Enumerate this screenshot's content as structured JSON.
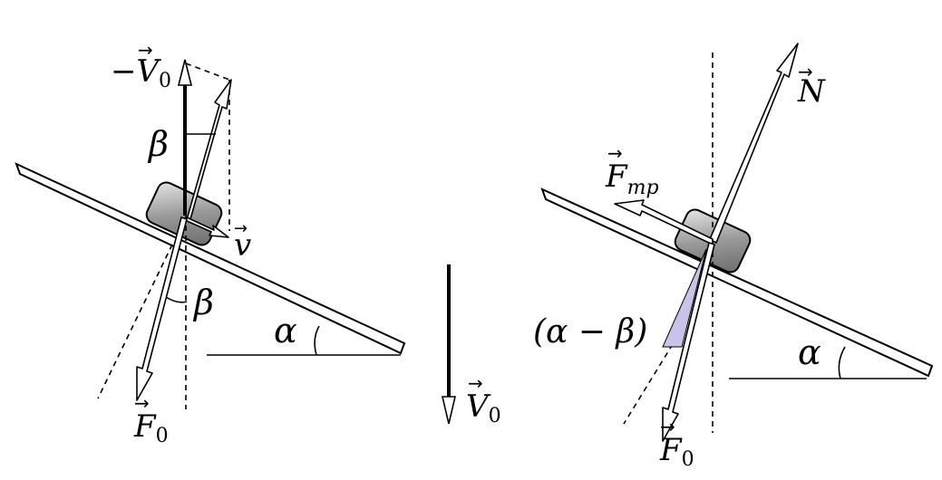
{
  "left": {
    "labels": {
      "minus_v0": "−V",
      "minus_v0_sub": "0",
      "beta_top": "β",
      "v": "v",
      "beta_bottom": "β",
      "alpha": "α",
      "f0": "F",
      "f0_sub": "0",
      "v0": "V",
      "v0_sub": "0"
    }
  },
  "right": {
    "labels": {
      "n": "N",
      "fmp": "F",
      "fmp_sub": "mp",
      "alpha_minus_beta": "(α − β)",
      "alpha": "α",
      "f0": "F",
      "f0_sub": "0"
    }
  },
  "colors": {
    "block_fill": "#9a9a9a",
    "highlight_wedge": "#c8c4e8"
  }
}
